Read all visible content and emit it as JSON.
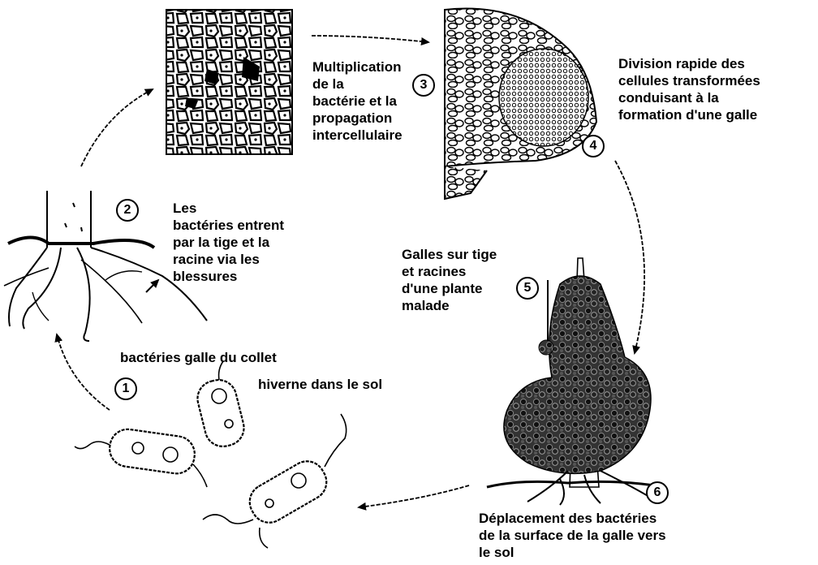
{
  "steps": [
    {
      "number": "1",
      "lines": [
        "bactéries galle du collet"
      ],
      "extra": [
        "hiverne dans le sol"
      ]
    },
    {
      "number": "2",
      "lines": [
        "Les",
        "bactéries entrent",
        "par la  tige et la",
        "racine via les",
        "blessures"
      ]
    },
    {
      "number": "3",
      "lines": [
        "Multiplication",
        "de la",
        "bactérie  et la",
        "propagation",
        "intercellulaire"
      ]
    },
    {
      "number": "4",
      "lines": [
        "Division rapide des",
        "cellules transformées",
        "conduisant à la",
        "formation d'une galle"
      ]
    },
    {
      "number": "5",
      "lines": [
        "Galles sur tige",
        "et racines",
        "d'une plante",
        "malade"
      ]
    },
    {
      "number": "6",
      "lines": [
        "Déplacement des bactéries",
        "de la surface de la galle vers",
        "le sol"
      ]
    }
  ]
}
